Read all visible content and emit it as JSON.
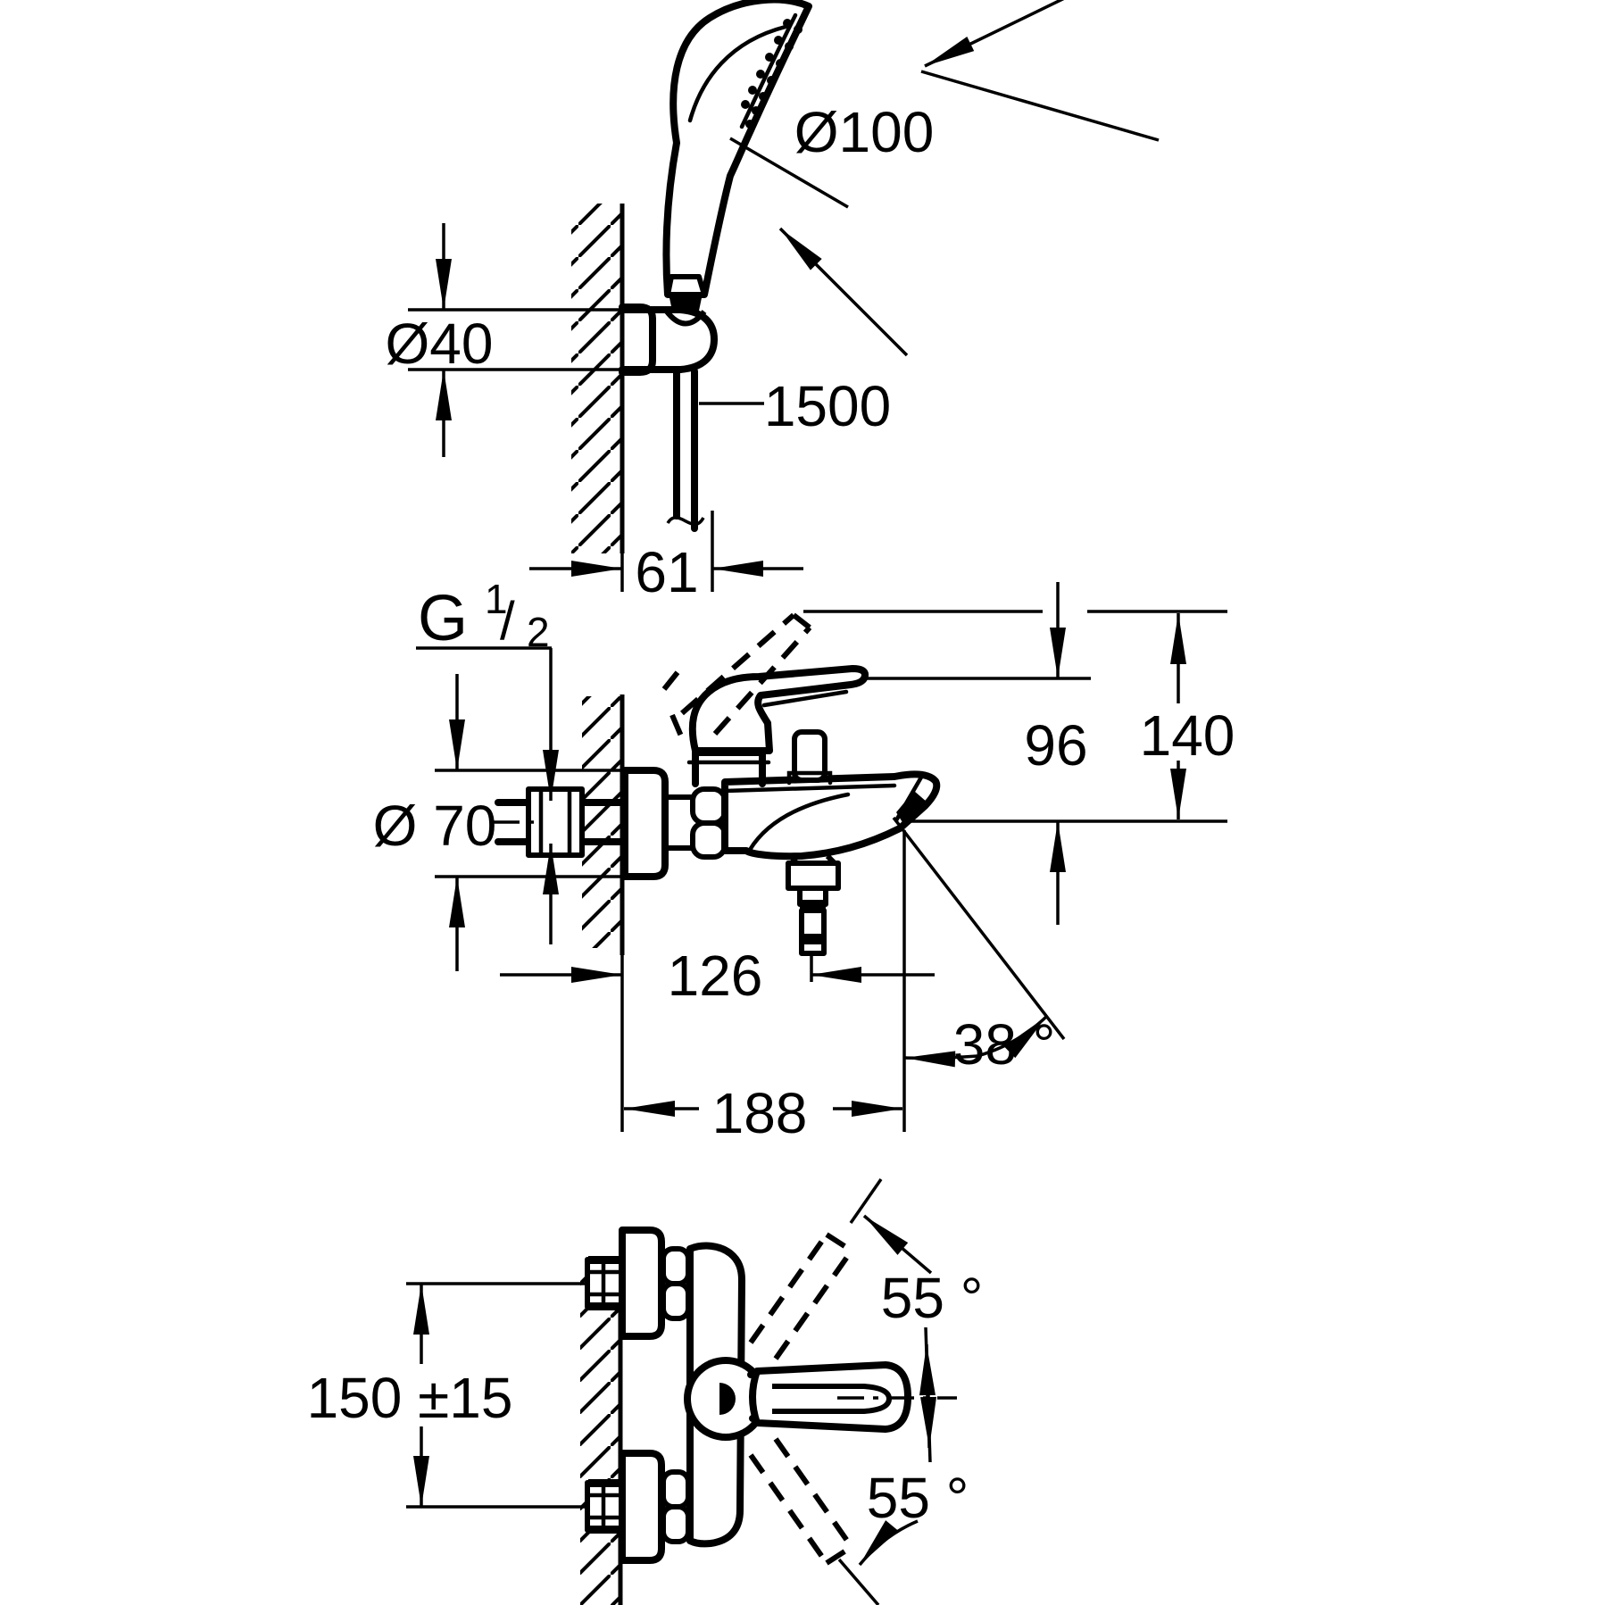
{
  "title": "bath-shower-mixer-installation-dimensional-drawing",
  "colors": {
    "background": "#ffffff",
    "line": "#000000"
  },
  "views": {
    "hand_shower": {
      "dims": {
        "head_diameter": "Ø100",
        "holder_diameter": "Ø40",
        "hose_length": "1500",
        "holder_depth": "61"
      }
    },
    "mixer_side": {
      "thread": {
        "prefix": "G",
        "numerator": "1",
        "slash": "/",
        "denominator": "2"
      },
      "dims": {
        "handle_height": "96",
        "total_height": "140",
        "escutcheon_diameter": "Ø 70",
        "outlet_offset": "126",
        "spout_angle": "38 °",
        "spout_reach": "188"
      }
    },
    "mixer_top": {
      "dims": {
        "bolt_spacing": "150 ±15",
        "lever_swing_up": "55 °",
        "lever_swing_down": "55 °"
      }
    }
  }
}
